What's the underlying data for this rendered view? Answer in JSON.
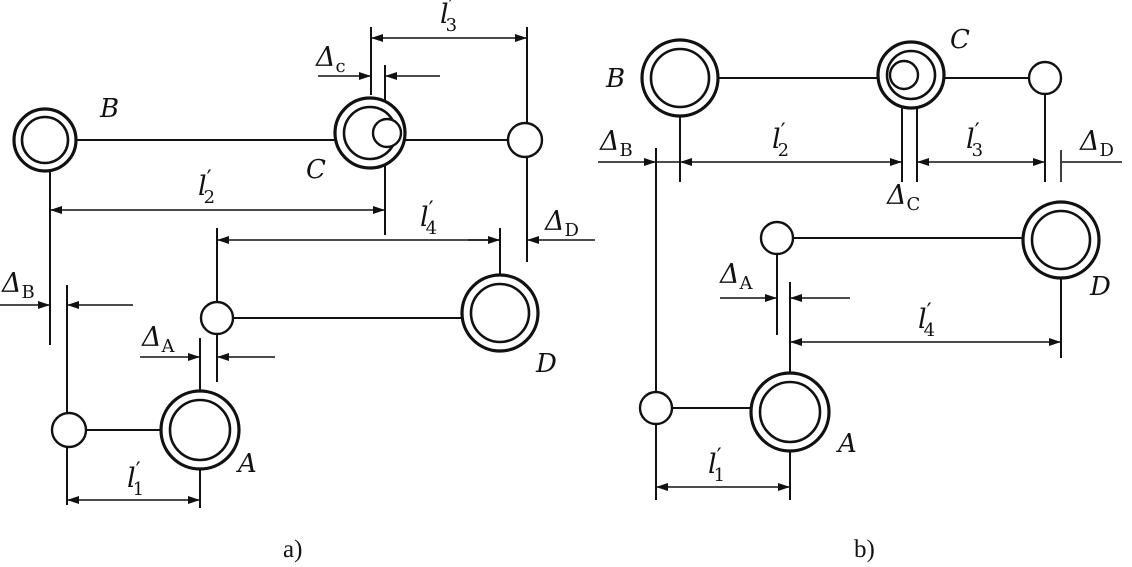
{
  "panels": [
    {
      "caption": "a)",
      "labels": {
        "A": "A",
        "B": "B",
        "C": "C",
        "D": "D"
      },
      "dims": {
        "l1": {
          "sym": "l",
          "prime": "′",
          "idx": "1"
        },
        "l2": {
          "sym": "l",
          "prime": "′",
          "idx": "2"
        },
        "l3": {
          "sym": "l",
          "prime": "′",
          "idx": "3"
        },
        "l4": {
          "sym": "l",
          "prime": "′",
          "idx": "4"
        }
      },
      "deltas": {
        "A": {
          "sym": "Δ",
          "idx": "A"
        },
        "B": {
          "sym": "Δ",
          "idx": "B"
        },
        "C": {
          "sym": "Δ",
          "idx": "c"
        },
        "D": {
          "sym": "Δ",
          "idx": "D"
        }
      }
    },
    {
      "caption": "b)",
      "labels": {
        "A": "A",
        "B": "B",
        "C": "C",
        "D": "D"
      },
      "dims": {
        "l1": {
          "sym": "l",
          "prime": "′",
          "idx": "1"
        },
        "l2": {
          "sym": "l",
          "prime": "′",
          "idx": "2"
        },
        "l3": {
          "sym": "l",
          "prime": "′",
          "idx": "3"
        },
        "l4": {
          "sym": "l",
          "prime": "′",
          "idx": "4"
        }
      },
      "deltas": {
        "A": {
          "sym": "Δ",
          "idx": "A"
        },
        "B": {
          "sym": "Δ",
          "idx": "B"
        },
        "C": {
          "sym": "Δ",
          "idx": "C"
        },
        "D": {
          "sym": "Δ",
          "idx": "D"
        }
      }
    }
  ]
}
